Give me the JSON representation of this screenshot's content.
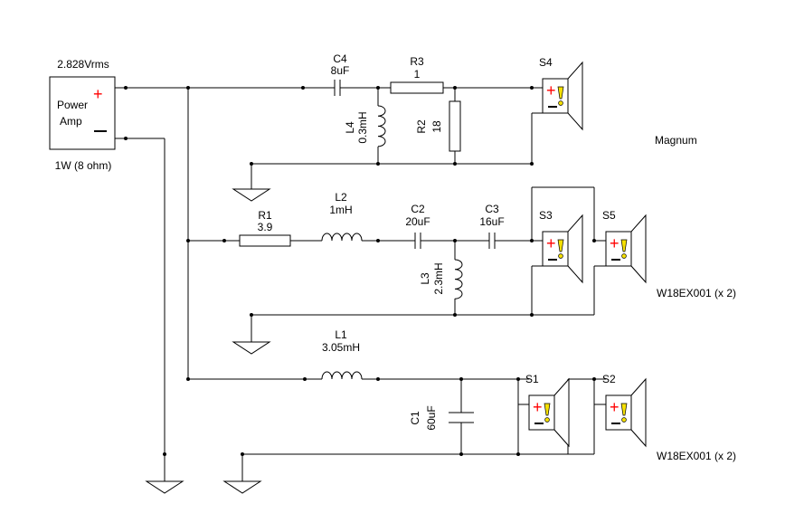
{
  "amp": {
    "voltage": "2.828Vrms",
    "label_line1": "Power",
    "label_line2": "Amp",
    "power": "1W (8 ohm)"
  },
  "components": {
    "C4": {
      "name": "C4",
      "value": "8uF"
    },
    "R3": {
      "name": "R3",
      "value": "1"
    },
    "L4": {
      "name": "L4",
      "value": "0.3mH"
    },
    "R2": {
      "name": "R2",
      "value": "18"
    },
    "R1": {
      "name": "R1",
      "value": "3.9"
    },
    "L2": {
      "name": "L2",
      "value": "1mH"
    },
    "C2": {
      "name": "C2",
      "value": "20uF"
    },
    "C3": {
      "name": "C3",
      "value": "16uF"
    },
    "L3": {
      "name": "L3",
      "value": "2.3mH"
    },
    "L1": {
      "name": "L1",
      "value": "3.05mH"
    },
    "C1": {
      "name": "C1",
      "value": "60uF"
    }
  },
  "speakers": {
    "S1": "S1",
    "S2": "S2",
    "S3": "S3",
    "S4": "S4",
    "S5": "S5"
  },
  "notes": {
    "tweeter": "Magnum",
    "mid": "W18EX001 (x 2)",
    "woofer": "W18EX001 (x 2)"
  },
  "symbols": {
    "plus": "+",
    "minus": "−"
  },
  "colors": {
    "plus": "#ff0000",
    "warn": "#f5e000",
    "wire": "#000000"
  }
}
